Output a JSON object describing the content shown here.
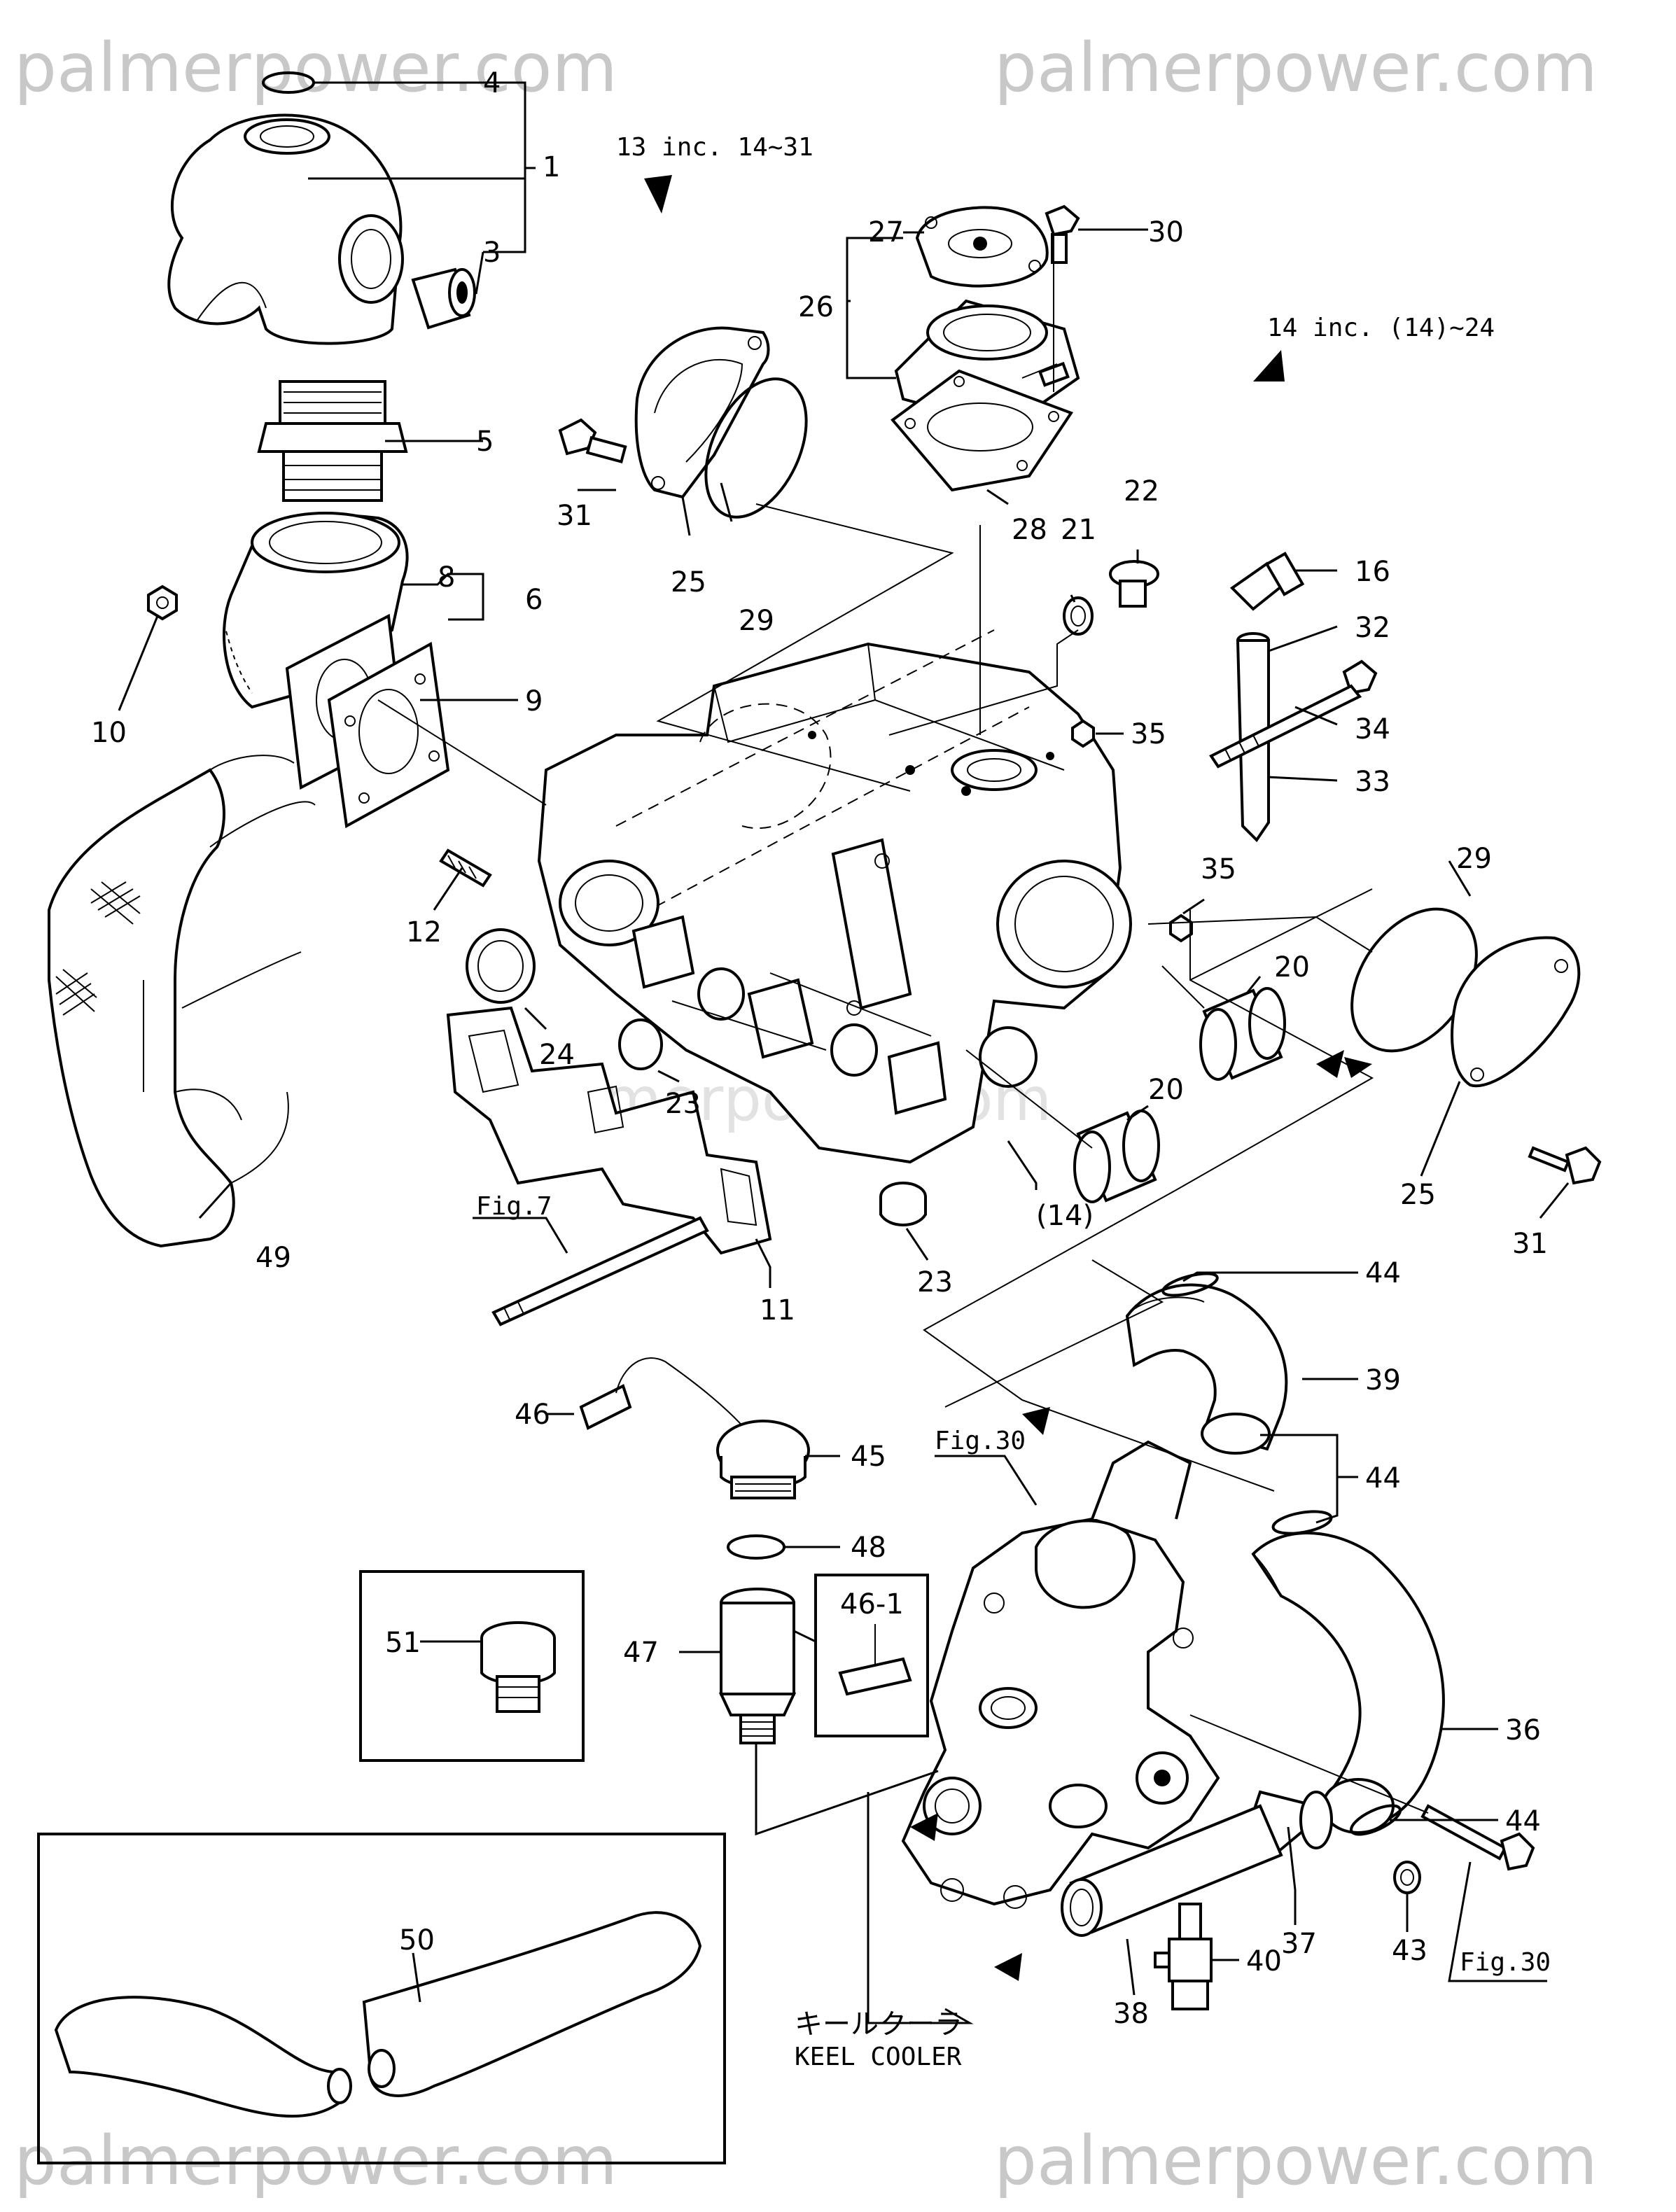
{
  "watermarks": {
    "top_left": "palmerpower.com",
    "top_right": "palmerpower.com",
    "center": "palmerpower.com",
    "bottom_left": "palmerpower.com",
    "bottom_right": "palmerpower.com"
  },
  "headers": {
    "set_13": "13 inc. 14~31",
    "set_14": "14 inc. (14)~24"
  },
  "refs": {
    "fig7": "Fig.7",
    "fig30_a": "Fig.30",
    "fig30_b": "Fig.30",
    "keel_jp": "キールクーラ",
    "keel_en": "KEEL COOLER",
    "box_46_1": "46-1"
  },
  "callouts": {
    "c1": "1",
    "c3": "3",
    "c4": "4",
    "c5": "5",
    "c6": "6",
    "c8": "8",
    "c9": "9",
    "c10": "10",
    "c11": "11",
    "c12": "12",
    "c14": "(14)",
    "c16": "16",
    "c20a": "20",
    "c20b": "20",
    "c21": "21",
    "c22": "22",
    "c23a": "23",
    "c23b": "23",
    "c24": "24",
    "c25a": "25",
    "c25b": "25",
    "c26": "26",
    "c27": "27",
    "c28": "28",
    "c29a": "29",
    "c29b": "29",
    "c30": "30",
    "c31a": "31",
    "c31b": "31",
    "c32": "32",
    "c33": "33",
    "c34": "34",
    "c35a": "35",
    "c35b": "35",
    "c36": "36",
    "c37": "37",
    "c38": "38",
    "c39": "39",
    "c40": "40",
    "c43": "43",
    "c44a": "44",
    "c44b": "44",
    "c44c": "44",
    "c45": "45",
    "c46": "46",
    "c47": "47",
    "c48": "48",
    "c49": "49",
    "c50": "50",
    "c51": "51"
  }
}
